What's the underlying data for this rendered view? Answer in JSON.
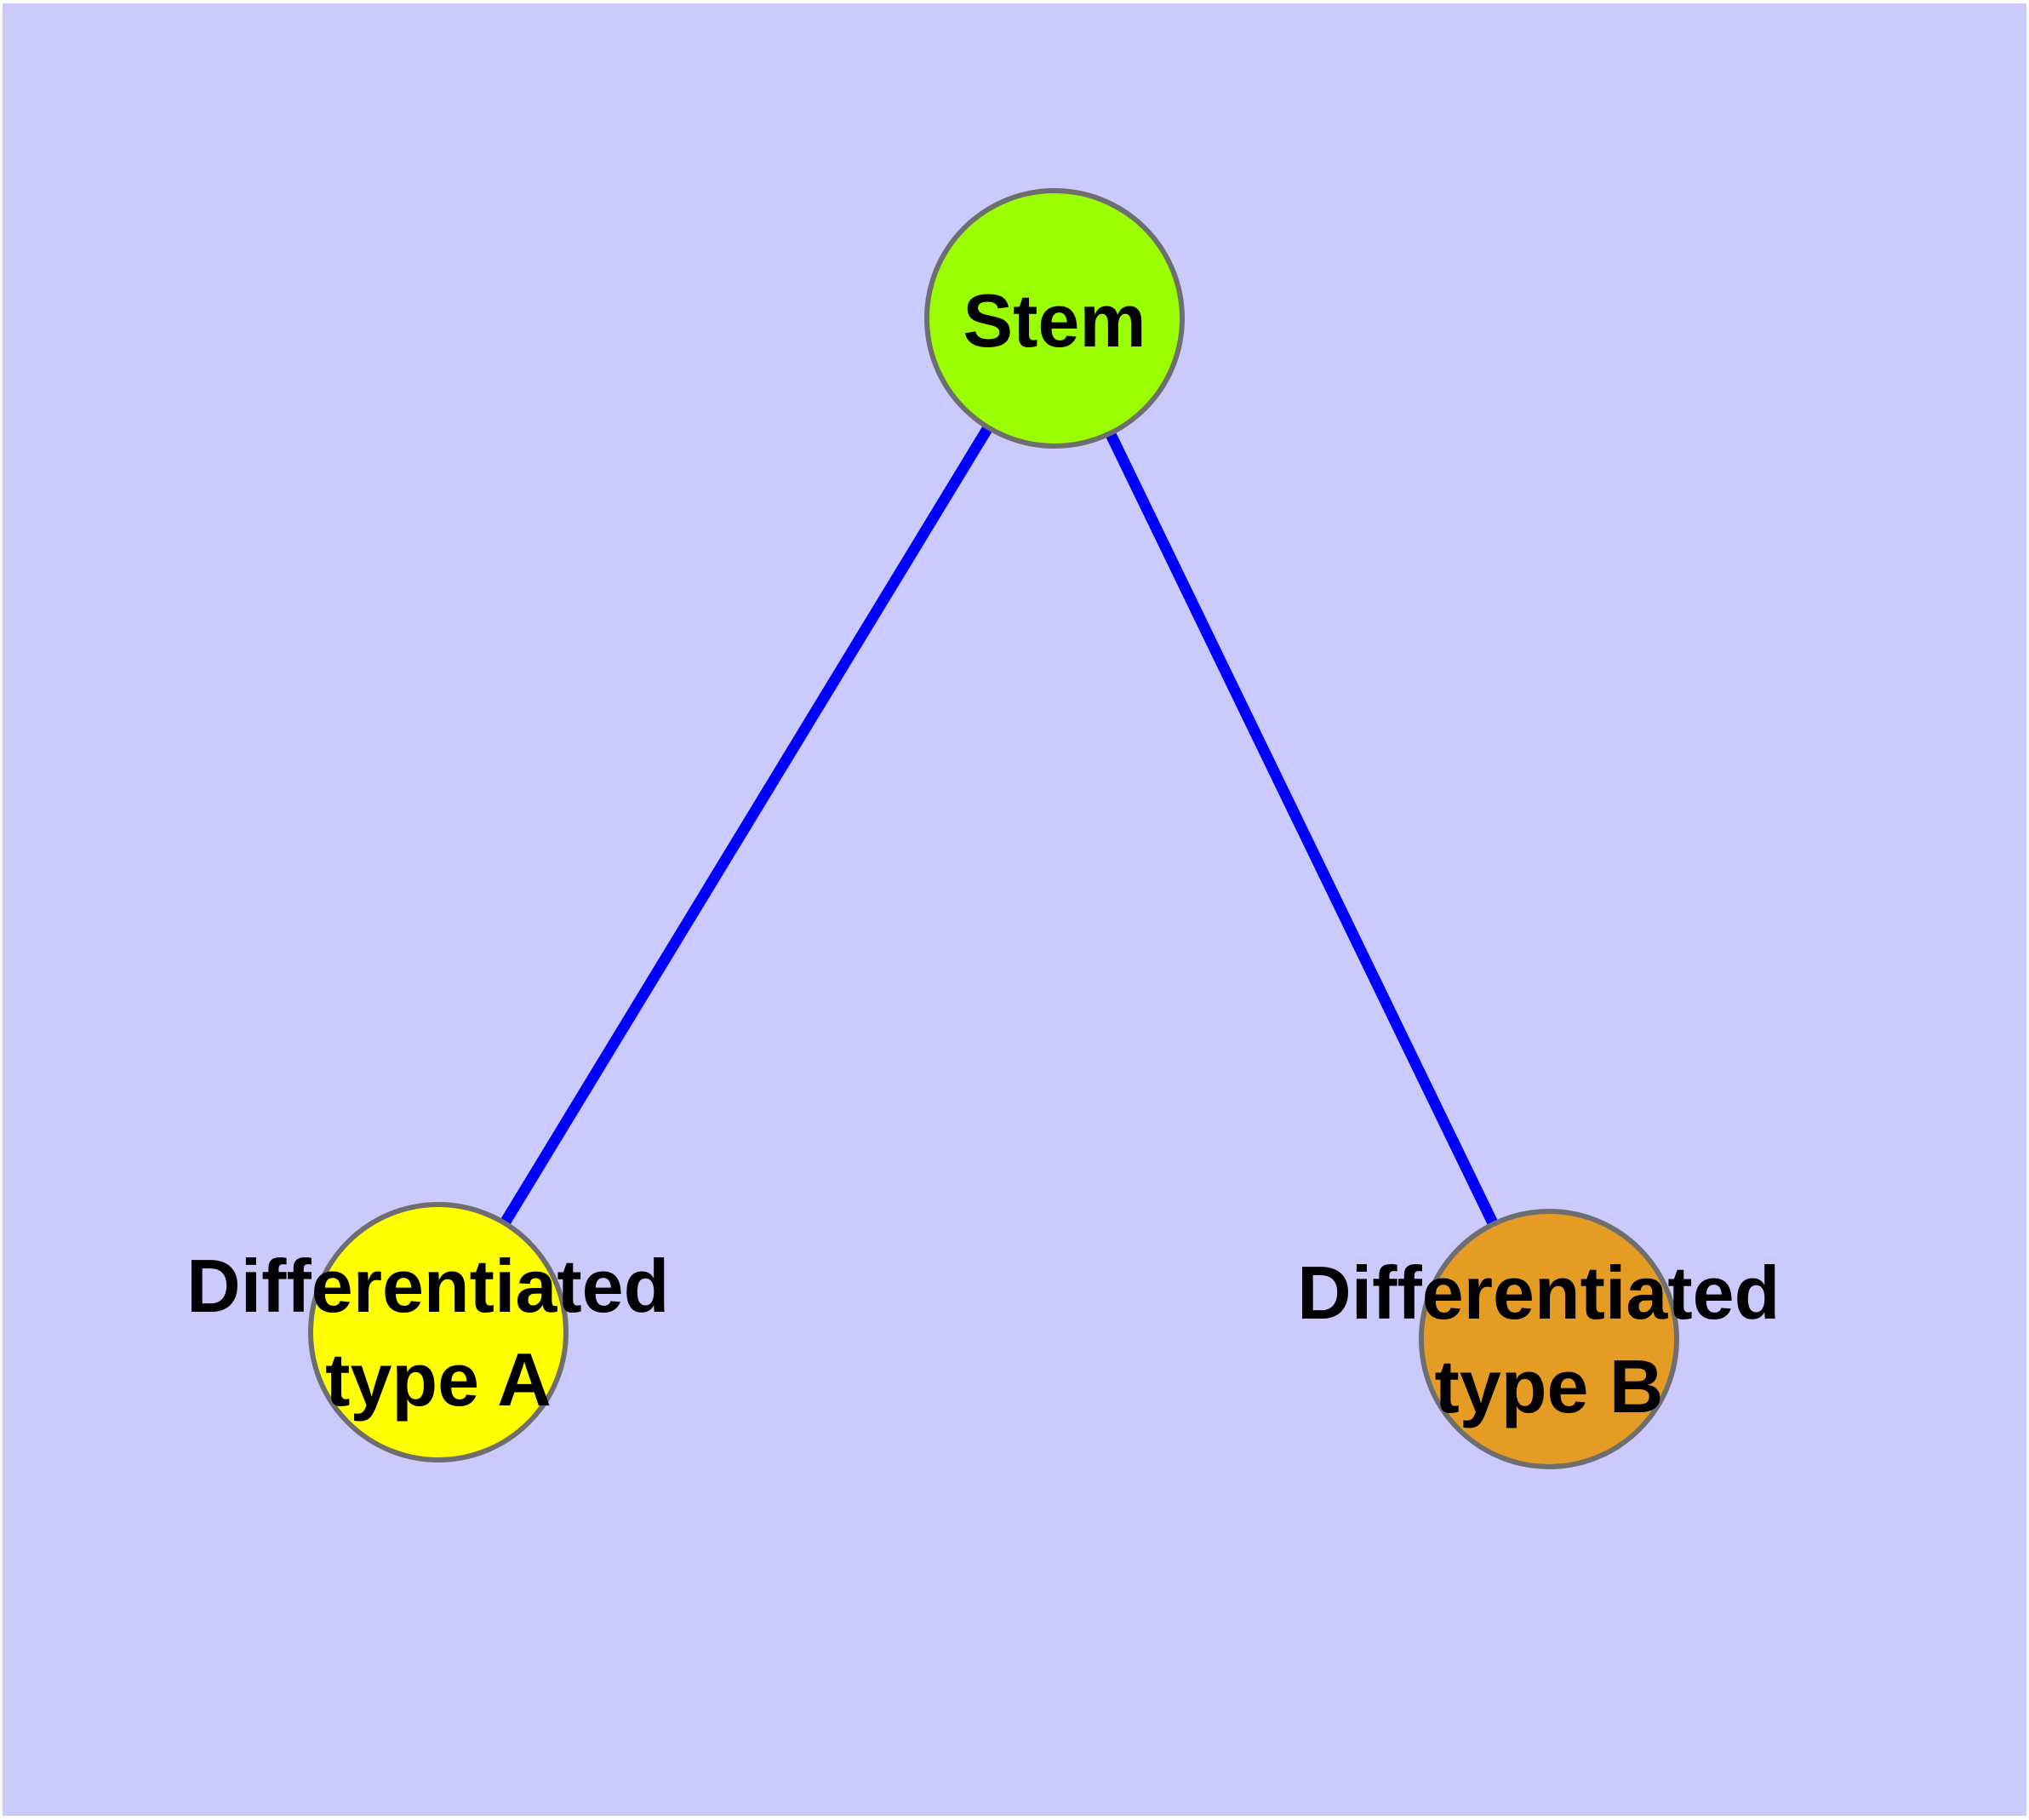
{
  "diagram": {
    "background_color": "#CACAFC",
    "page_margin_color": "#FFFFFF",
    "styles": {
      "node_border_color": "#6E6E6E",
      "label_color": "#000000",
      "edge_color": "#0000FF"
    },
    "nodes": [
      {
        "id": "stem",
        "label": "Stem",
        "fill": "#9AFE00"
      },
      {
        "id": "type-a",
        "label_line1": "Differentiated",
        "label_line2": "type A",
        "fill": "#FFFF00"
      },
      {
        "id": "type-b",
        "label_line1": "Differentiated",
        "label_line2": "type B",
        "fill": "#E59C25"
      }
    ],
    "edges": [
      {
        "from": "stem",
        "to": "type-a",
        "color": "#0000FF"
      },
      {
        "from": "stem",
        "to": "type-b",
        "color": "#0000FF"
      }
    ]
  }
}
